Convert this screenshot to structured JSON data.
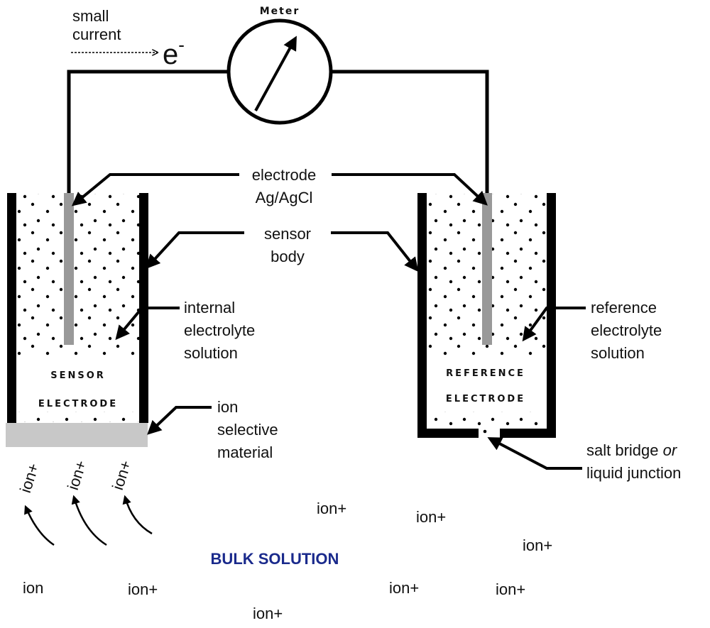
{
  "colors": {
    "ink": "#000000",
    "electrode_rod": "#999999",
    "ion_selective_material": "#c8c8c8",
    "bulk_solution_text": "#1a2a8c"
  },
  "meter": {
    "title": "Meter"
  },
  "current": {
    "line1": "small",
    "line2": "current",
    "electron": "e",
    "electron_sup": "-"
  },
  "labels": {
    "electrode_line1": "electrode",
    "electrode_line2": "Ag/AgCl",
    "sensor_body_line1": "sensor",
    "sensor_body_line2": "body",
    "internal_line1": "internal",
    "internal_line2": "electrolyte",
    "internal_line3": "solution",
    "reference_sol_line1": "reference",
    "reference_sol_line2": "electrolyte",
    "reference_sol_line3": "solution",
    "ion_sel_line1": "ion",
    "ion_sel_line2": "selective",
    "ion_sel_line3": "material",
    "salt_bridge_line1_a": "salt bridge ",
    "salt_bridge_line1_b": "or",
    "salt_bridge_line2": "liquid junction",
    "sensor_electrode_line1": "SENSOR",
    "sensor_electrode_line2": "ELECTRODE",
    "reference_electrode_line1": "REFERENCE",
    "reference_electrode_line2": "ELECTRODE",
    "bulk_solution": "BULK SOLUTION"
  },
  "ions": {
    "rotated": [
      "ion+",
      "ion+",
      "ion+"
    ],
    "free": [
      "ion+",
      "ion+",
      "ion+",
      "ion",
      "ion+",
      "ion+",
      "ion+",
      "ion+"
    ]
  }
}
